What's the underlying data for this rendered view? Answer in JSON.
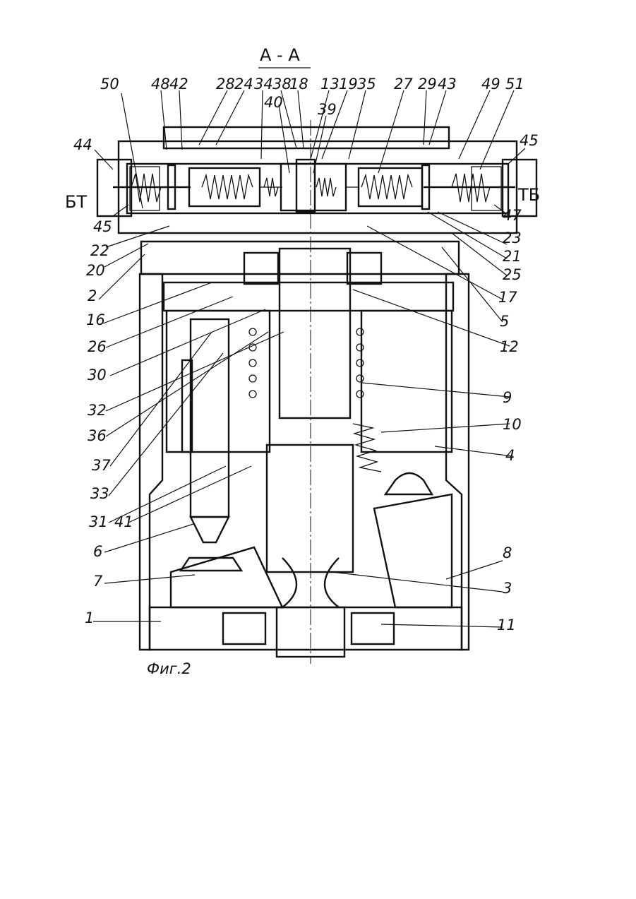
{
  "section_title": "А - А",
  "figure_caption": "Фиг.2",
  "side_labels": {
    "left": "БТ",
    "right": "ТБ"
  },
  "callouts": {
    "c50": "50",
    "c48": "48",
    "c42": "42",
    "c28": "28",
    "c24": "24",
    "c34": "34",
    "c38": "38",
    "c18": "18",
    "c13": "13",
    "c19": "19",
    "c35": "35",
    "c27": "27",
    "c29": "29",
    "c43": "43",
    "c49": "49",
    "c51": "51",
    "c40": "40",
    "c39": "39",
    "c44": "44",
    "c45r": "45",
    "c45l": "45",
    "c47": "47",
    "c22": "22",
    "c20": "20",
    "c2": "2",
    "c16": "16",
    "c26": "26",
    "c30": "30",
    "c32": "32",
    "c36": "36",
    "c37": "37",
    "c33": "33",
    "c31": "31",
    "c41": "41",
    "c6": "6",
    "c7": "7",
    "c1": "1",
    "c23": "23",
    "c21": "21",
    "c25": "25",
    "c17": "17",
    "c5": "5",
    "c12": "12",
    "c9": "9",
    "c10": "10",
    "c4": "4",
    "c8": "8",
    "c3": "3",
    "c11": "11"
  }
}
